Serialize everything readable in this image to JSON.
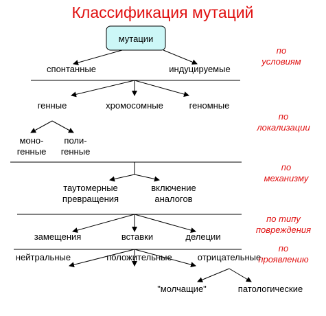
{
  "title": "Классификация мутаций",
  "colors": {
    "title": "#e01010",
    "side_labels": "#e01010",
    "root_box_fill": "#ccf7f7",
    "lines": "#000000"
  },
  "root": "мутации",
  "levels": [
    {
      "criterion": [
        "по",
        "условиям"
      ],
      "items": [
        "спонтанные",
        "индуцируемые"
      ]
    },
    {
      "criterion": [
        "по",
        "локализации"
      ],
      "items": [
        "генные",
        "хромосомные",
        "геномные"
      ],
      "sub_items": [
        [
          "моно-",
          "генные"
        ],
        [
          "поли-",
          "генные"
        ]
      ]
    },
    {
      "criterion": [
        "по",
        "механизму"
      ],
      "items": [
        [
          "таутомерные",
          "превращения"
        ],
        [
          "включение",
          "аналогов"
        ]
      ]
    },
    {
      "criterion": [
        "по типу",
        "повреждения"
      ],
      "items": [
        "замещения",
        "вставки",
        "делеции"
      ]
    },
    {
      "criterion": [
        "по",
        "проявлению"
      ],
      "items": [
        "нейтральные",
        "положительные",
        "отрицательные"
      ],
      "sub_items": [
        "\"молчащие\"",
        "патологические"
      ]
    }
  ]
}
